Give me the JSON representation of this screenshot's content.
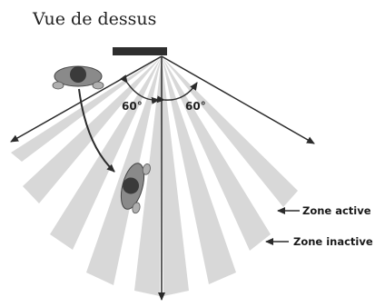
{
  "title": "Vue de dessus",
  "angles": {
    "left": "60°",
    "right": "60°"
  },
  "zones": {
    "active": "Zone active",
    "inactive": "Zone inactive"
  },
  "colors": {
    "active_zone": "#d8d8d8",
    "sensor": "#2e2e2e",
    "lines": "#2b2b2b",
    "person": "#555555"
  },
  "icons": [
    "motion-sensor-icon",
    "person-icon",
    "arrow-icon"
  ]
}
